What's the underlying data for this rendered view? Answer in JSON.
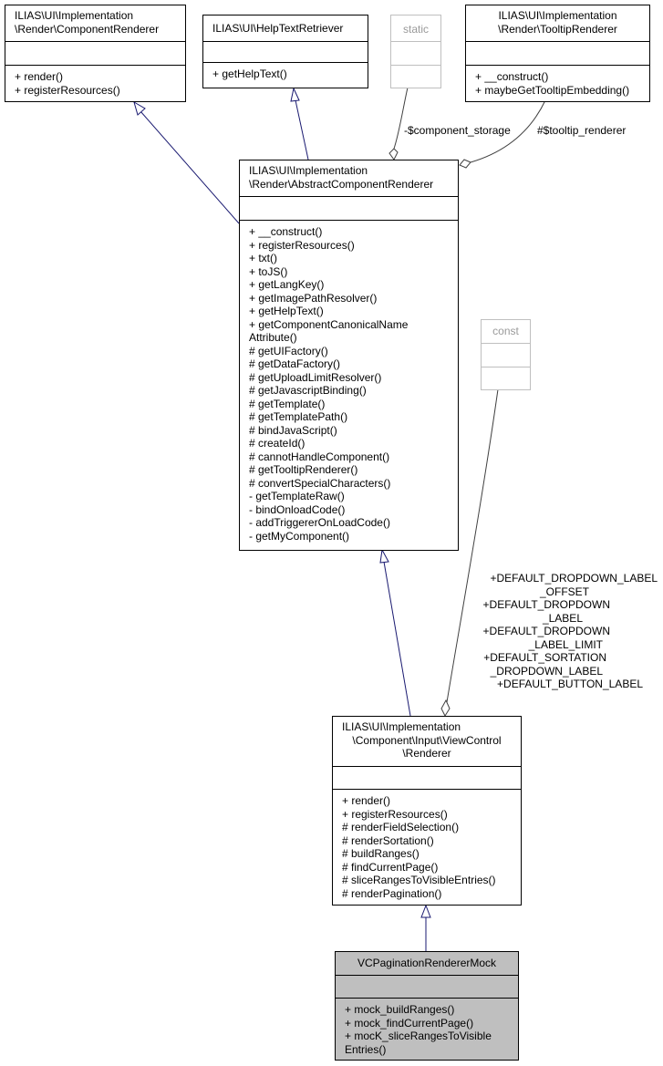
{
  "classes": {
    "component_renderer": {
      "title": [
        "ILIAS\\UI\\Implementation",
        "\\Render\\ComponentRenderer"
      ],
      "attributes": [],
      "methods": [
        "+ render()",
        "+ registerResources()"
      ]
    },
    "help_text_retriever": {
      "title": [
        "ILIAS\\UI\\HelpTextRetriever"
      ],
      "attributes": [],
      "methods": [
        "+ getHelpText()"
      ]
    },
    "static_box": {
      "title": [
        "static"
      ],
      "attributes": [],
      "methods": []
    },
    "tooltip_renderer": {
      "title": [
        "ILIAS\\UI\\Implementation",
        "\\Render\\TooltipRenderer"
      ],
      "attributes": [],
      "methods": [
        "+ __construct()",
        "+ maybeGetTooltipEmbedding()"
      ]
    },
    "abstract_component_renderer": {
      "title": [
        "ILIAS\\UI\\Implementation",
        "\\Render\\AbstractComponentRenderer"
      ],
      "attributes": [],
      "methods": [
        "+ __construct()",
        "+ registerResources()",
        "+ txt()",
        "+ toJS()",
        "+ getLangKey()",
        "+ getImagePathResolver()",
        "+ getHelpText()",
        "+ getComponentCanonicalName",
        "Attribute()",
        "# getUIFactory()",
        "# getDataFactory()",
        "# getUploadLimitResolver()",
        "# getJavascriptBinding()",
        "# getTemplate()",
        "# getTemplatePath()",
        "# bindJavaScript()",
        "# createId()",
        "# cannotHandleComponent()",
        "# getTooltipRenderer()",
        "# convertSpecialCharacters()",
        "- getTemplateRaw()",
        "- bindOnloadCode()",
        "- addTriggererOnLoadCode()",
        "- getMyComponent()"
      ]
    },
    "const_box": {
      "title": [
        "const"
      ],
      "attributes": [],
      "methods": []
    },
    "view_control_renderer": {
      "title": [
        "ILIAS\\UI\\Implementation",
        "\\Component\\Input\\ViewControl",
        "\\Renderer"
      ],
      "attributes": [],
      "methods": [
        "+ render()",
        "+ registerResources()",
        "# renderFieldSelection()",
        "# renderSortation()",
        "# buildRanges()",
        "# findCurrentPage()",
        "# sliceRangesToVisibleEntries()",
        "# renderPagination()"
      ]
    },
    "vc_pagination_renderer_mock": {
      "title": [
        "VCPaginationRendererMock"
      ],
      "attributes": [],
      "methods": [
        "+ mock_buildRanges()",
        "+ mock_findCurrentPage()",
        "+ mocK_sliceRangesToVisible",
        "Entries()"
      ]
    }
  },
  "edge_labels": {
    "component_storage": "-$component_storage",
    "tooltip_renderer": "#$tooltip_renderer",
    "const_members": [
      "+DEFAULT_DROPDOWN_LABEL",
      "_OFFSET",
      "+DEFAULT_DROPDOWN",
      "_LABEL",
      "+DEFAULT_DROPDOWN",
      "_LABEL_LIMIT",
      "+DEFAULT_SORTATION",
      "_DROPDOWN_LABEL",
      "+DEFAULT_BUTTON_LABEL"
    ]
  },
  "colors": {
    "inheritance": "#191970",
    "association": "#404040",
    "border": "#000000",
    "grey_border": "#bfbfbf",
    "highlight_fill": "#bfbfbf"
  }
}
